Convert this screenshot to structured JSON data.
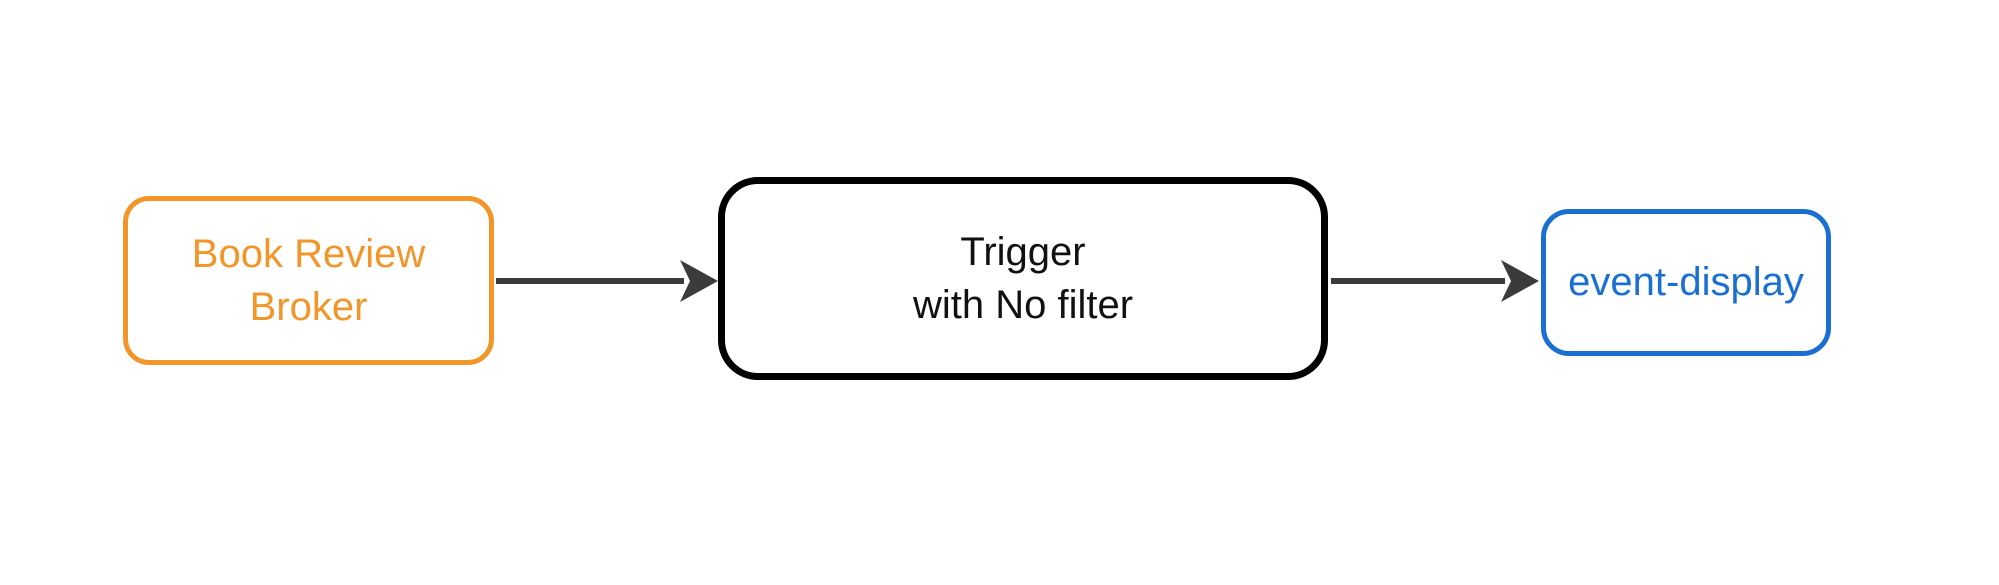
{
  "diagram": {
    "background": "#FFFFFF",
    "nodes": [
      {
        "id": "book-review-broker",
        "lines": [
          "Book Review",
          "Broker"
        ],
        "color": "#F2962A",
        "text_color": "#F2962A"
      },
      {
        "id": "trigger",
        "lines": [
          "Trigger",
          "with No filter"
        ],
        "color": "#000000",
        "text_color": "#111111"
      },
      {
        "id": "event-display",
        "lines": [
          "event-display"
        ],
        "color": "#1A70D2",
        "text_color": "#1A70D2"
      }
    ],
    "edges": [
      {
        "from": "book-review-broker",
        "to": "trigger",
        "color": "#3B3B3B"
      },
      {
        "from": "trigger",
        "to": "event-display",
        "color": "#3B3B3B"
      }
    ]
  }
}
